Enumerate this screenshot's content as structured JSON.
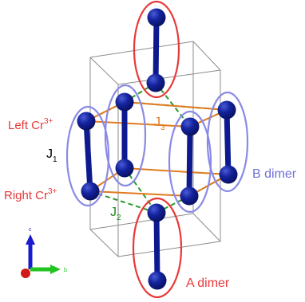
{
  "labels": {
    "left_cr_base": "Left Cr",
    "left_cr_sup": "3+",
    "right_cr_base": "Right Cr",
    "right_cr_sup": "3+",
    "j1_base": "J",
    "j1_sub": "1",
    "j2_base": "J",
    "j2_sub": "2",
    "j3_base": "J",
    "j3_sub": "3",
    "a_dimer": "A dimer",
    "b_dimer": "B dimer",
    "axis_c": "c",
    "axis_b": "b",
    "axis_a": "a"
  },
  "colors": {
    "atom": "#0d1a8f",
    "bond": "#0d1a8f",
    "a_dimer_ring": "#e8393a",
    "b_dimer_ring": "#8a8ae6",
    "j1_text": "#000000",
    "j2_text": "#1a8a1a",
    "j3_text": "#e07a1f",
    "j3_bond": "#e07a1f",
    "j2_bond": "#2a9a2a",
    "cell_edge": "#8c8c8c",
    "left_right_label": "#e8393a",
    "axis_c": "#1a1ad0",
    "axis_b": "#22c422",
    "axis_a": "#d01a1a"
  }
}
